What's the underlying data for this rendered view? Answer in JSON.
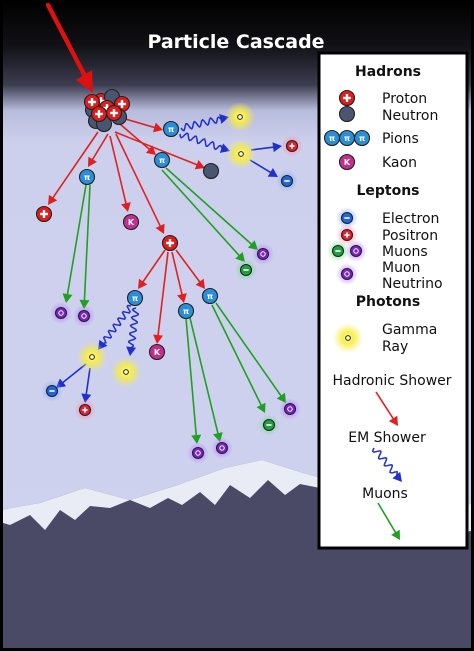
{
  "title": "Particle Cascade",
  "legend": {
    "hadrons_heading": "Hadrons",
    "proton": "Proton",
    "neutron": "Neutron",
    "pions": "Pions",
    "kaon": "Kaon",
    "leptons_heading": "Leptons",
    "electron": "Electron",
    "positron": "Positron",
    "muons": "Muons",
    "muon_neutrino_line1": "Muon",
    "muon_neutrino_line2": "Neutrino",
    "photons_heading": "Photons",
    "gamma_line1": "Gamma",
    "gamma_line2": "Ray",
    "hadronic_shower": "Hadronic Shower",
    "em_shower": "EM Shower",
    "muons_label": "Muons"
  },
  "symbols": {
    "pion": "π",
    "kaon": "K",
    "plus": "+",
    "minus": "−"
  },
  "colors": {
    "proton": "#e21b1b",
    "neutron": "#4a5570",
    "pion": "#2a8fd6",
    "kaon": "#c0308c",
    "electron": "#2266dd",
    "positron": "#dd2233",
    "muon": "#20a040",
    "neutrino": "#7a22c8",
    "gamma": "#f4e51a",
    "hadronic_arrow": "#e02020",
    "em_arrow": "#2030d0",
    "muon_arrow": "#20a020",
    "sky": "#cdd0ed",
    "mountain": "#4a4a66",
    "snow": "#eaecf5"
  }
}
